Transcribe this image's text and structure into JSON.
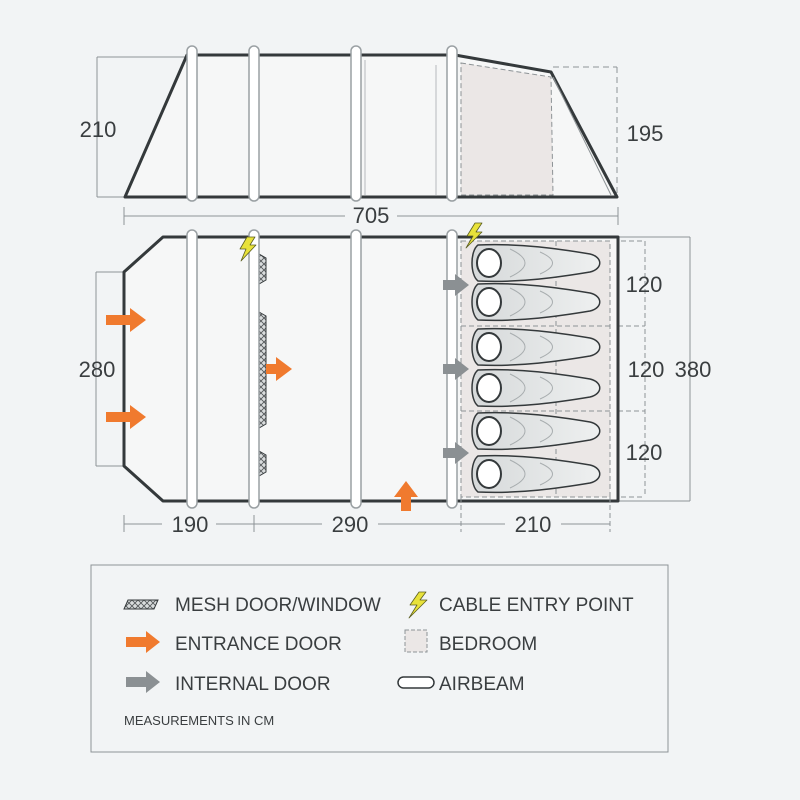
{
  "dimensions": {
    "side_height": "210",
    "side_bedroom_height": "195",
    "overall_length": "705",
    "floor_width": "280",
    "overall_width": "380",
    "bedroom_depths": [
      "120",
      "120",
      "120"
    ],
    "section_lengths": [
      "190",
      "290",
      "210"
    ]
  },
  "legend": {
    "items": [
      {
        "icon": "mesh-icon",
        "label": "MESH DOOR/WINDOW"
      },
      {
        "icon": "orange-arrow-icon",
        "label": "ENTRANCE DOOR"
      },
      {
        "icon": "grey-arrow-icon",
        "label": "INTERNAL DOOR"
      },
      {
        "icon": "lightning-icon",
        "label": "CABLE ENTRY POINT"
      },
      {
        "icon": "bedroom-swatch-icon",
        "label": "BEDROOM"
      },
      {
        "icon": "airbeam-icon",
        "label": "AIRBEAM"
      }
    ],
    "note": "MEASUREMENTS IN CM"
  },
  "colors": {
    "outline": "#34393b",
    "tent_fill": "#f6f7f7",
    "bedroom_fill": "#ebe7e6",
    "beam_fill": "#ffffff",
    "beam_stroke": "#9aa0a3",
    "entrance_arrow": "#f07a2e",
    "internal_arrow": "#8b9093",
    "cable_entry": "#e8e23a",
    "dimension_line": "#8d9396"
  }
}
